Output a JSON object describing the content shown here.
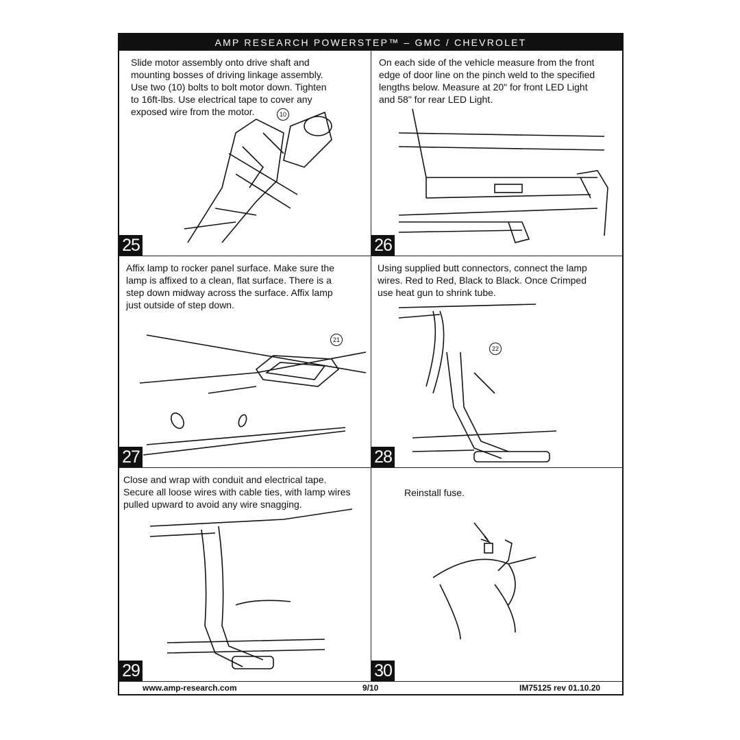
{
  "header": {
    "title": "AMP RESEARCH POWERSTEP™ – GMC / CHEVROLET"
  },
  "steps": [
    {
      "number": "25",
      "lines": [
        "Slide motor assembly onto drive shaft and",
        "mounting bosses of driving linkage assembly.",
        "Use two (10) bolts to bolt motor down. Tighten",
        "to 16ft-lbs. Use electrical tape to cover any",
        "exposed wire from the motor."
      ],
      "callout": "10"
    },
    {
      "number": "26",
      "lines": [
        "On each side of the vehicle measure from the front",
        "edge of door line on the pinch weld to the specified",
        "lengths below. Measure at 20\" for front LED Light",
        "and 58\" for rear LED Light."
      ]
    },
    {
      "number": "27",
      "lines": [
        "Affix lamp to rocker panel surface. Make sure the",
        "lamp is affixed to a clean, flat surface. There is a",
        "step down midway across the surface. Affix lamp",
        "just outside of step down."
      ],
      "callout": "21"
    },
    {
      "number": "28",
      "lines": [
        "Using supplied butt connectors, connect the lamp",
        "wires. Red to Red, Black to Black. Once Crimped",
        "use heat gun to shrink tube."
      ],
      "callout": "22"
    },
    {
      "number": "29",
      "lines": [
        "Close and wrap with conduit and electrical tape.",
        "Secure all loose wires with cable ties, with lamp wires",
        "pulled upward to avoid any wire snagging."
      ]
    },
    {
      "number": "30",
      "lines": [
        "Reinstall fuse."
      ]
    }
  ],
  "footer": {
    "website": "www.amp-research.com",
    "page": "9/10",
    "doc_id": "IM75125 rev 01.10.20"
  }
}
